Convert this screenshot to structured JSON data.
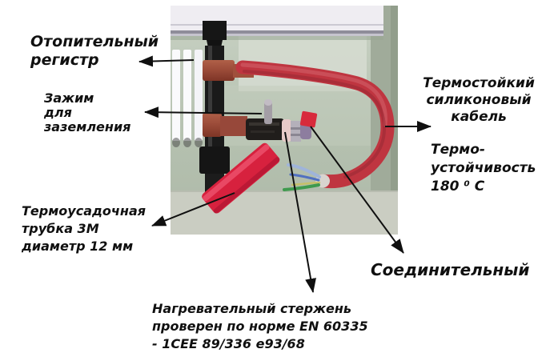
{
  "labels": {
    "heating_register": "Отопительный\nрегистр",
    "ground_clamp": "Зажим\nдля\nзаземления",
    "shrink_tube": "Термоусадочная\nтрубка 3М\nдиаметр 12 мм",
    "silicone_cable": "Термостойкий\nсиликоновый\nкабель",
    "heat_resistance": "Термо-\nустойчивость\n180 ⁰  С",
    "connector": "Соединительный",
    "heating_rod_cert": "Нагревательный стержень\nпроверен по норме EN 60335\n- 1СЕЕ 89/336 е93/68"
  },
  "colors": {
    "background": "#ffffff",
    "wall_green": "#b7c3b2",
    "shelf_white": "#efedf2",
    "cable_red": "#bf3540",
    "shrink_tube_red": "#d7213e",
    "copper": "#9a4a38",
    "pipe_black": "#1a1a1a",
    "annotation": "#111111"
  }
}
